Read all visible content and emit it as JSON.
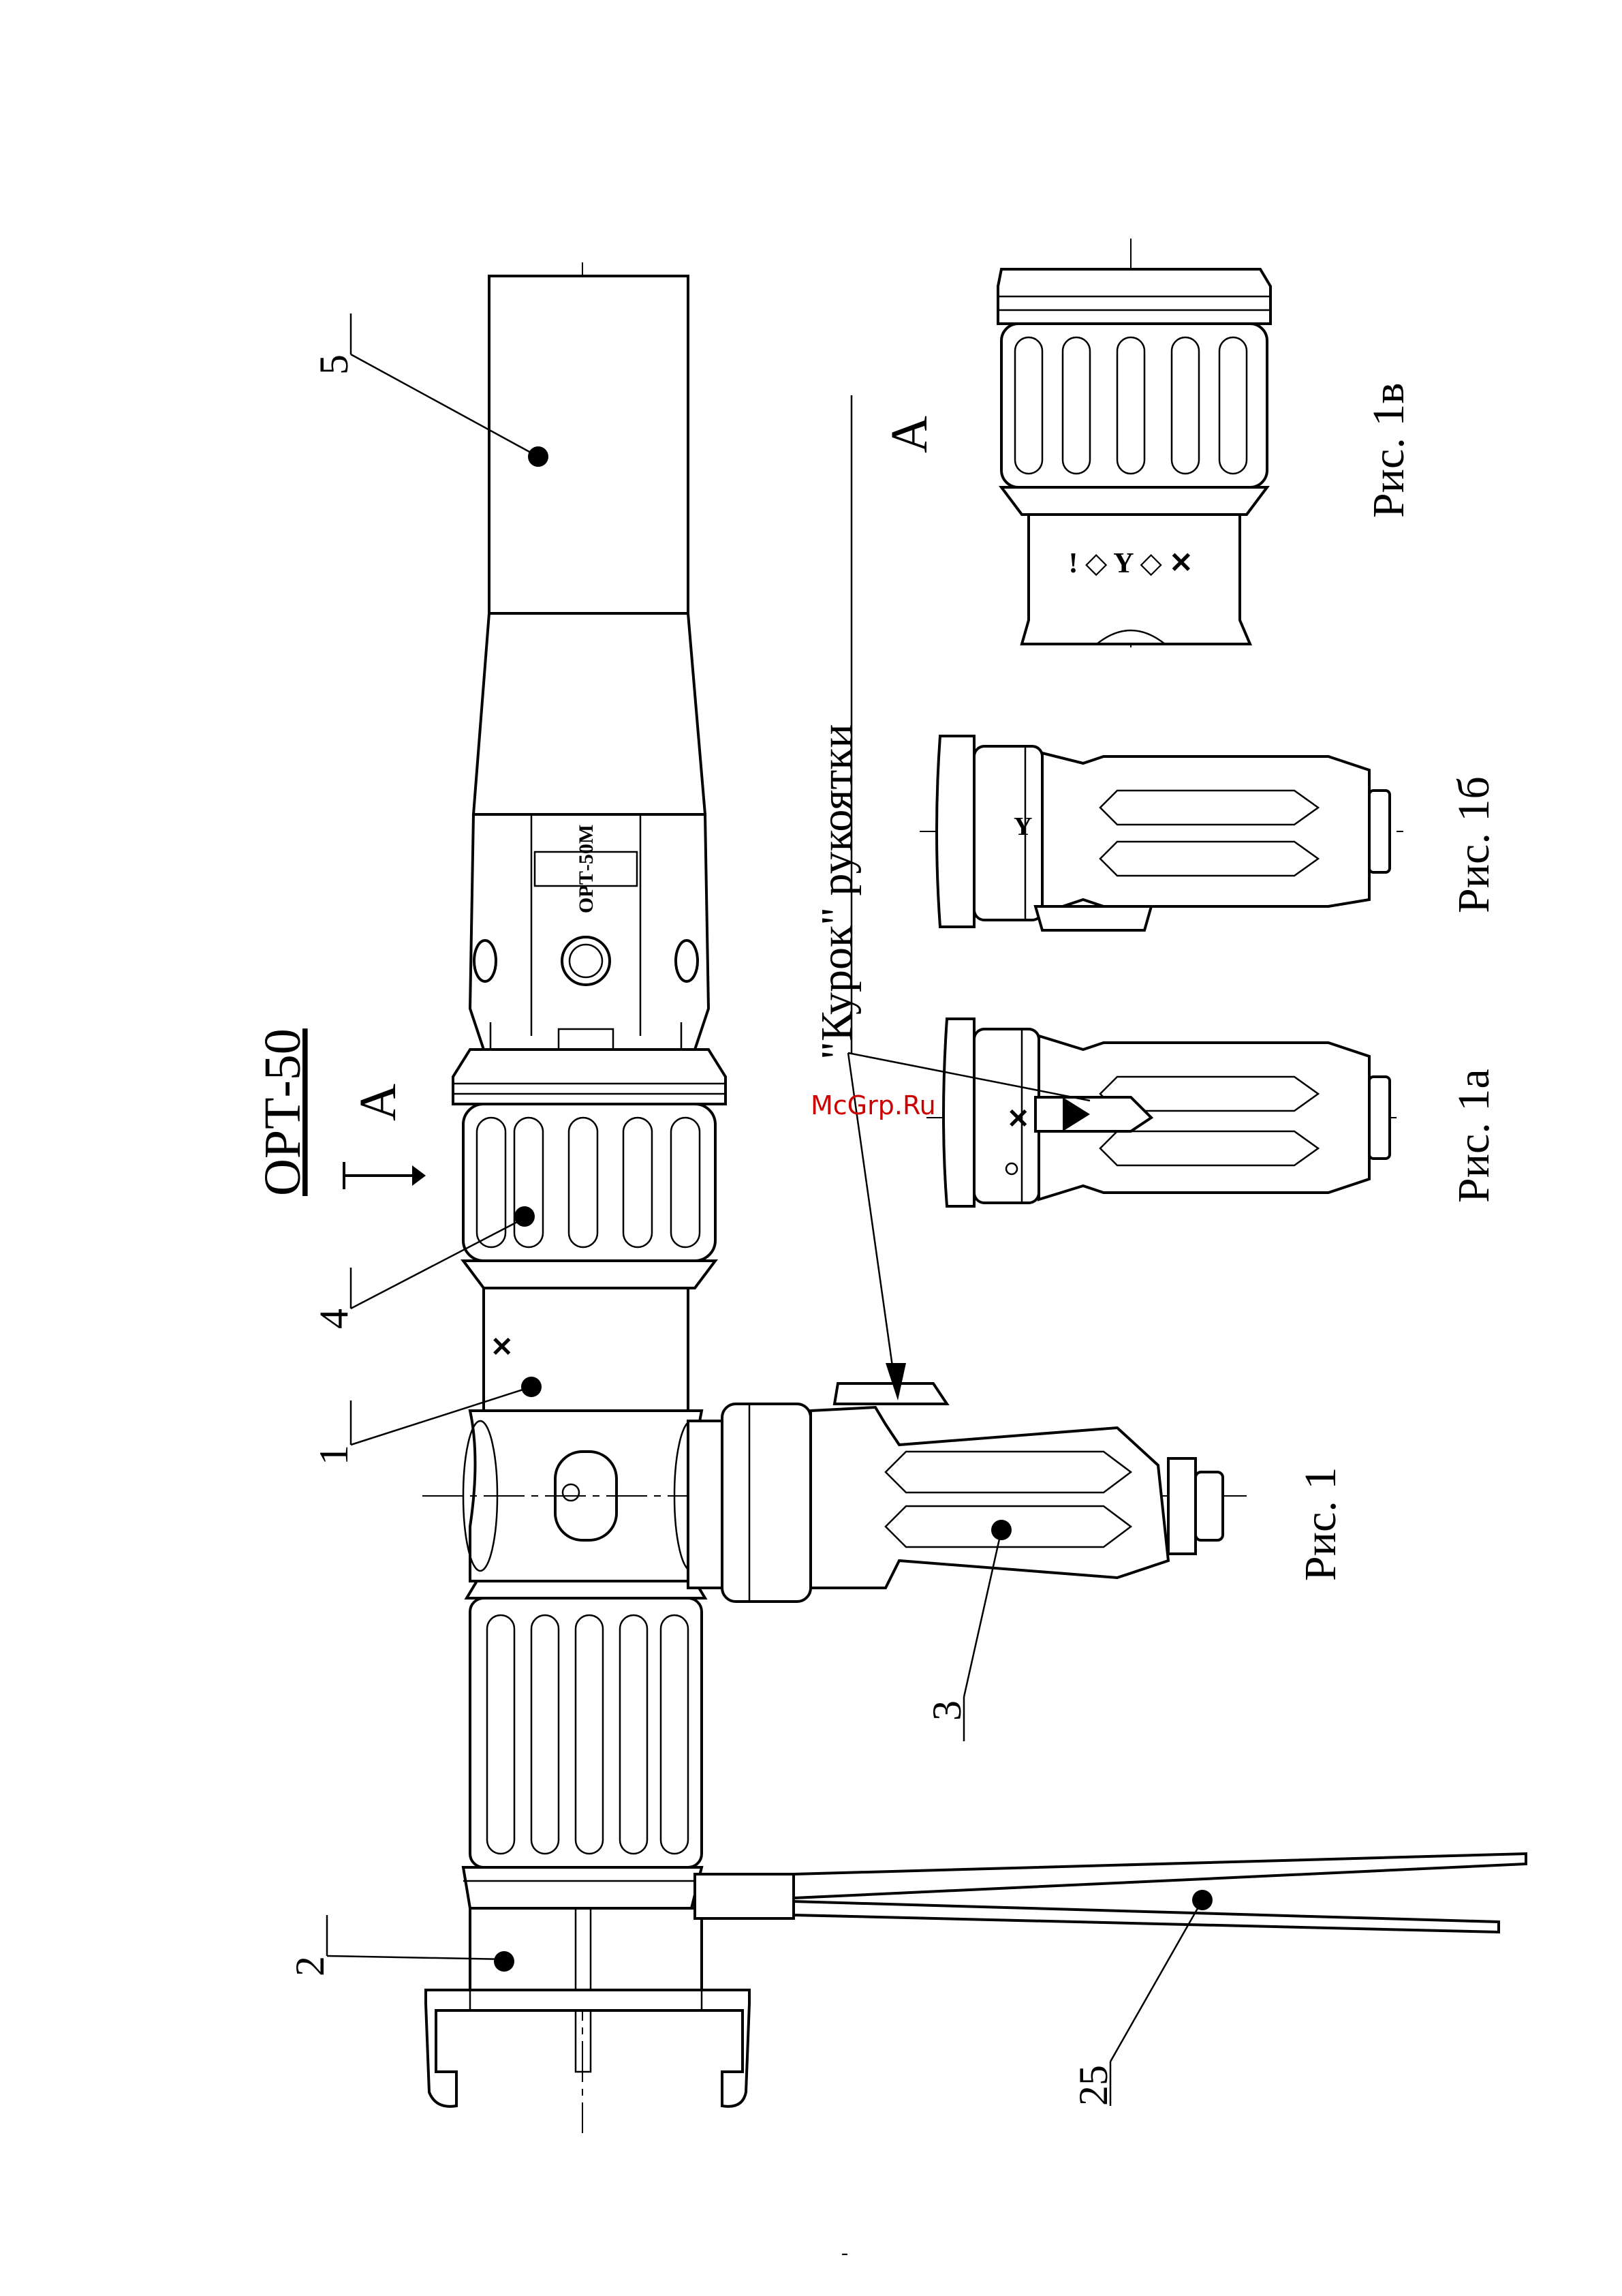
{
  "title": "ОРТ-50",
  "view_label": "А",
  "view_label_detail": "А",
  "figures": {
    "fig1": "Рис. 1",
    "fig1a": "Рис. 1а",
    "fig1b": "Рис. 1б",
    "fig1v": "Рис. 1в"
  },
  "trigger_label": "\"Курок\" рукоятки",
  "callouts": [
    "1",
    "2",
    "3",
    "4",
    "5",
    "25"
  ],
  "marking": "ОРТ-50М",
  "watermark": "McGrp.Ru",
  "page_mark": "-"
}
